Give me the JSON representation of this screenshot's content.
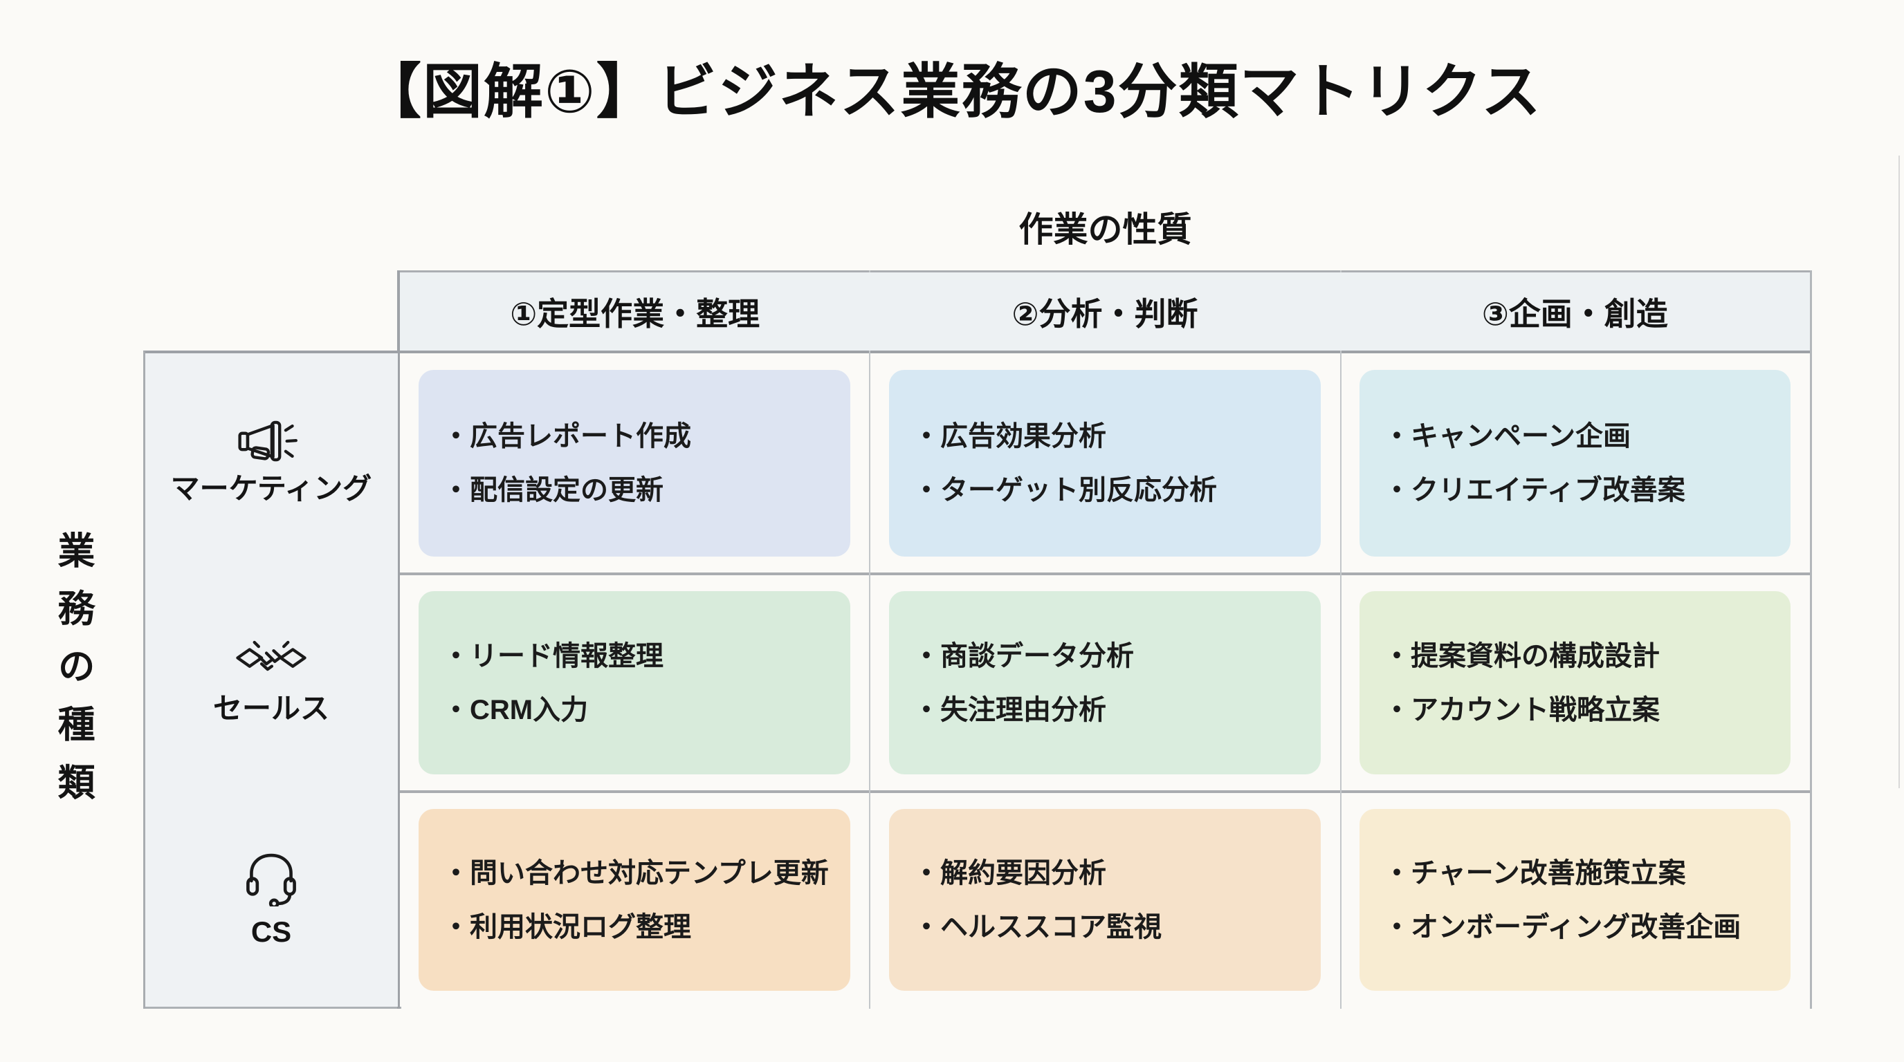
{
  "title": "【図解①】ビジネス業務の3分類マトリクス",
  "axes": {
    "column": "作業の性質",
    "row": "業務の種類"
  },
  "bullet": "・",
  "matrix": {
    "columns": [
      {
        "label": "①定型作業・整理"
      },
      {
        "label": "②分析・判断"
      },
      {
        "label": "③企画・創造"
      }
    ],
    "rows": [
      {
        "label": "マーケティング",
        "icon": "megaphone-icon",
        "cells": [
          {
            "bg": "#dde4f2",
            "items": [
              "広告レポート作成",
              "配信設定の更新"
            ]
          },
          {
            "bg": "#d7e8f3",
            "items": [
              "広告効果分析",
              "ターゲット別反応分析"
            ]
          },
          {
            "bg": "#d9ecf0",
            "items": [
              "キャンペーン企画",
              "クリエイティブ改善案"
            ]
          }
        ]
      },
      {
        "label": "セールス",
        "icon": "handshake-icon",
        "cells": [
          {
            "bg": "#d8ebdb",
            "items": [
              "リード情報整理",
              "CRM入力"
            ]
          },
          {
            "bg": "#daedde",
            "items": [
              "商談データ分析",
              "失注理由分析"
            ]
          },
          {
            "bg": "#e4efd7",
            "items": [
              "提案資料の構成設計",
              "アカウント戦略立案"
            ]
          }
        ]
      },
      {
        "label": "CS",
        "icon": "headset-icon",
        "cells": [
          {
            "bg": "#f7dfc2",
            "items": [
              "問い合わせ対応テンプレ更新",
              "利用状況ログ整理"
            ]
          },
          {
            "bg": "#f6e2ca",
            "items": [
              "解約要因分析",
              "ヘルススコア監視"
            ]
          },
          {
            "bg": "#f8ecd2",
            "items": [
              "チャーン改善施策立案",
              "オンボーディング改善企画"
            ]
          }
        ]
      }
    ]
  },
  "colors": {
    "page_bg": "#fbfaf7",
    "header_bg": "#edf1f3",
    "rowhead_bg": "#eff2f4",
    "text": "#161616",
    "line_dark": "#9da1a6",
    "line_light": "#c3c7ca"
  }
}
